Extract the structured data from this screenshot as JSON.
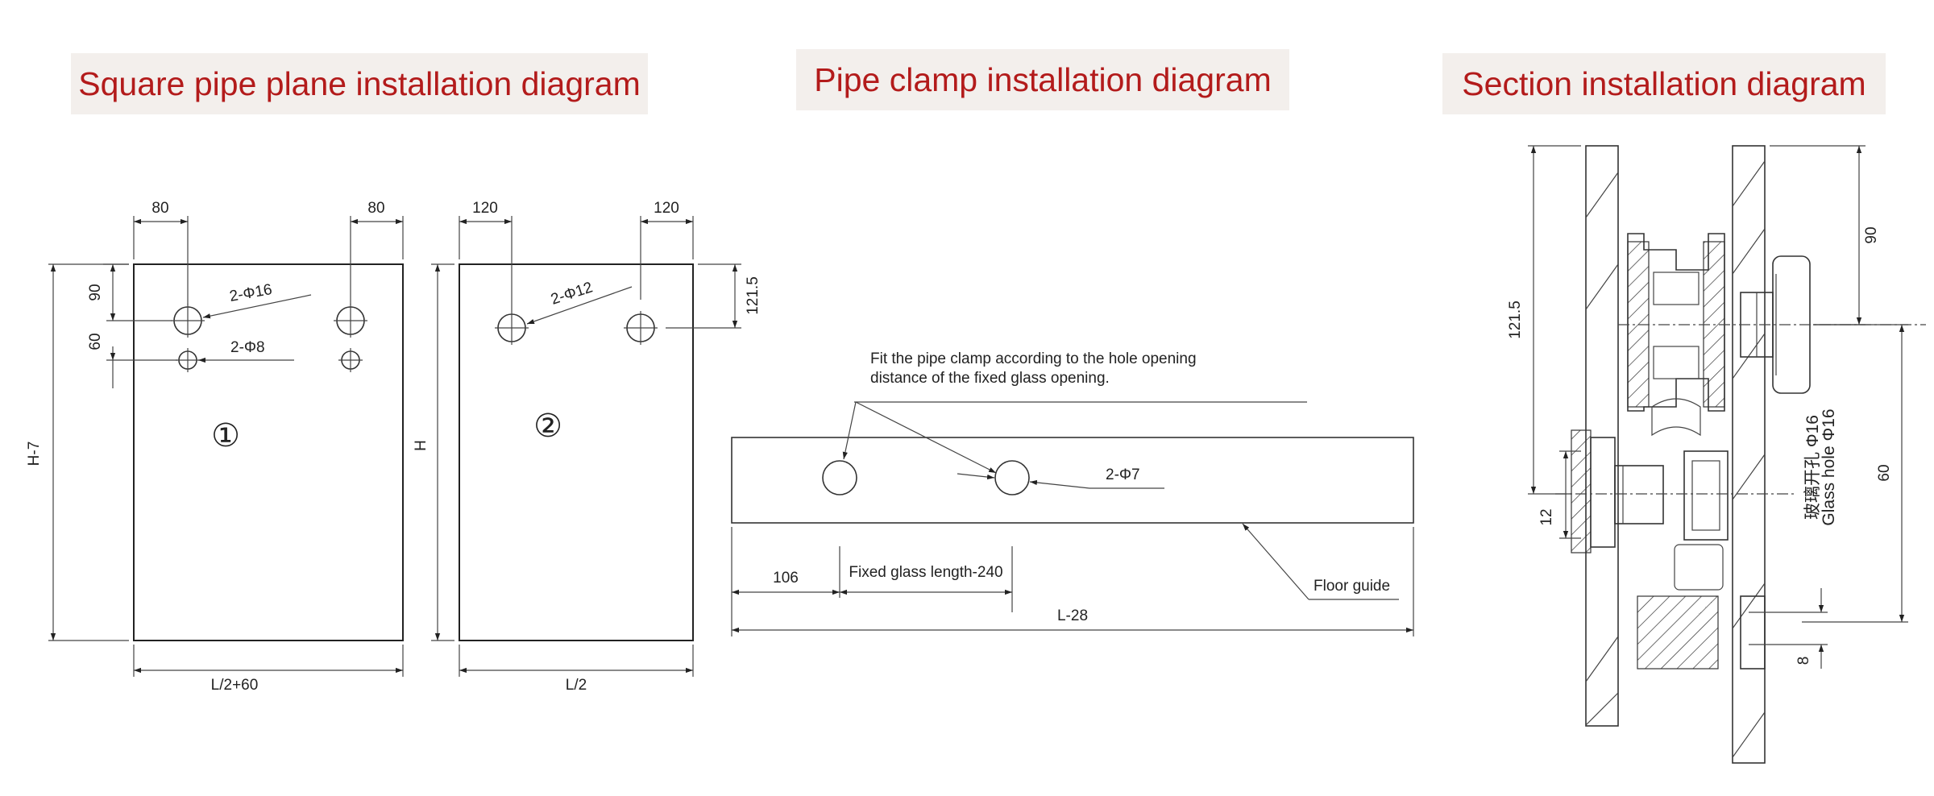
{
  "titles": {
    "square_pipe": "Square pipe plane installation diagram",
    "pipe_clamp": "Pipe clamp  installation diagram",
    "section": "Section installation diagram"
  },
  "panel1": {
    "dim_left": "80",
    "dim_right": "80",
    "dim_90": "90",
    "dim_60": "60",
    "hole_large": "2-Φ16",
    "hole_small": "2-Φ8",
    "height": "H-7",
    "width": "L/2+60",
    "number": "①"
  },
  "panel2": {
    "dim_left": "120",
    "dim_right": "120",
    "dim_side": "121.5",
    "hole": "2-Φ12",
    "height": "H",
    "width": "L/2",
    "number": "②"
  },
  "clamp": {
    "note_line1": "Fit the pipe clamp according to the hole opening",
    "note_line2": "distance of the fixed glass opening.",
    "hole": "2-Φ7",
    "dim_106": "106",
    "dim_fixed": "Fixed glass length-240",
    "dim_total": "L-28",
    "floor_guide": "Floor guide"
  },
  "section": {
    "dim_121_5": "121.5",
    "dim_90": "90",
    "dim_60": "60",
    "dim_12": "12",
    "dim_8": "8",
    "glass_hole_cn": "玻璃开孔 Φ16",
    "glass_hole_en": "Glass hole Φ16"
  },
  "colors": {
    "title_text": "#b31b1b",
    "title_bg": "#f3efec",
    "line": "#333333"
  }
}
